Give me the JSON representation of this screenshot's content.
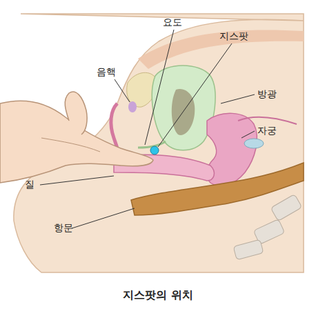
{
  "diagram": {
    "caption": "지스팟의 위치",
    "labels": [
      "요도",
      "지스팟",
      "음핵",
      "방광",
      "자궁",
      "질",
      "항문"
    ]
  }
}
